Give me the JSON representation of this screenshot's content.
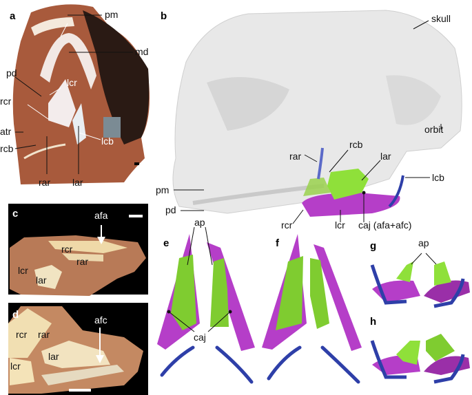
{
  "panels": {
    "a": {
      "letter": "a",
      "labels": {
        "pm": "pm",
        "md": "md",
        "pd": "pd",
        "lcr": "lcr",
        "rcr": "rcr",
        "atr": "atr",
        "rcb": "rcb",
        "lcb": "lcb",
        "rar": "rar",
        "lar": "lar"
      }
    },
    "b": {
      "letter": "b",
      "labels": {
        "skull": "skull",
        "orbit": "orbit",
        "rcb": "rcb",
        "rar": "rar",
        "lar": "lar",
        "lcb": "lcb",
        "pm": "pm",
        "pd": "pd",
        "rcr": "rcr",
        "lcr": "lcr",
        "caj": "caj (afa+afc)"
      }
    },
    "c": {
      "letter": "c",
      "labels": {
        "afa": "afa",
        "rcr": "rcr",
        "rar": "rar",
        "lcr": "lcr",
        "lar": "lar"
      }
    },
    "d": {
      "letter": "d",
      "labels": {
        "afc": "afc",
        "rcr": "rcr",
        "rar": "rar",
        "lar": "lar",
        "lcr": "lcr"
      }
    },
    "e": {
      "letter": "e",
      "labels": {
        "ap": "ap",
        "caj": "caj"
      }
    },
    "f": {
      "letter": "f"
    },
    "g": {
      "letter": "g",
      "labels": {
        "ap": "ap"
      }
    },
    "h": {
      "letter": "h"
    }
  },
  "colors": {
    "cartilage_green": "#8fe03a",
    "bone_magenta": "#b53ec8",
    "ceratobranchial_blue": "#2e3fa8",
    "skull_gray": "#e6e6e6",
    "matrix_red": "#b0603f"
  }
}
